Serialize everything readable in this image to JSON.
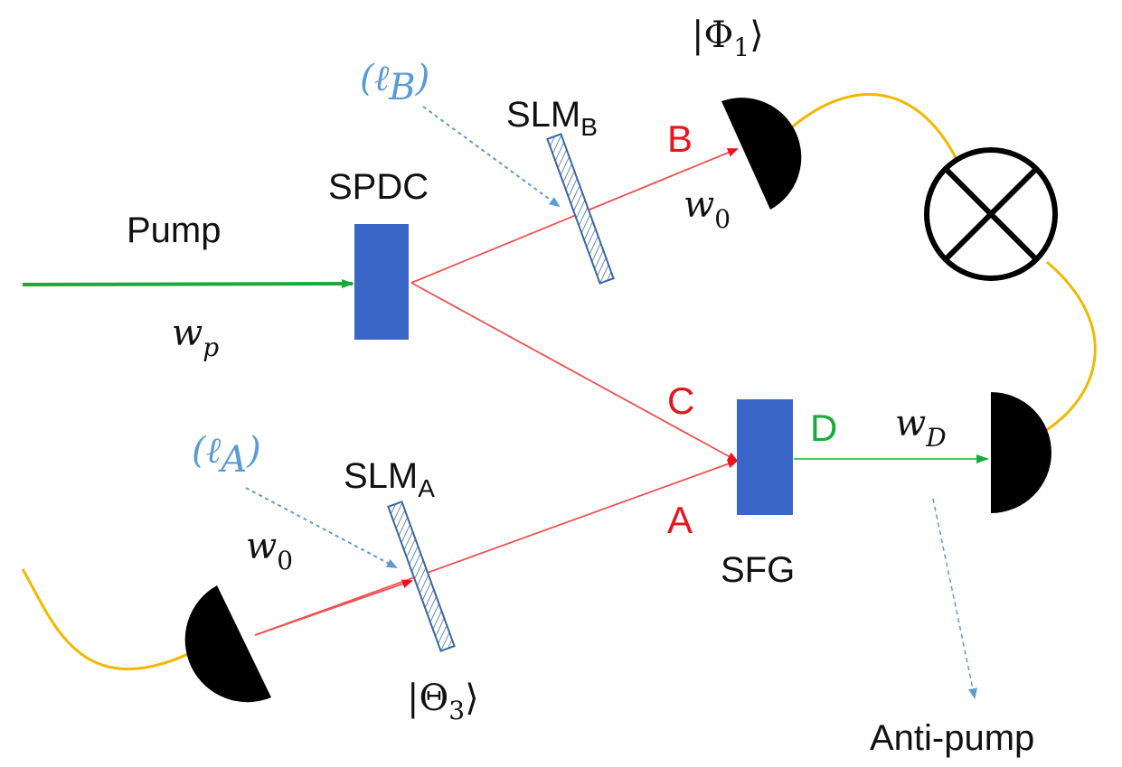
{
  "labels": {
    "pump": "Pump",
    "spdc": "SPDC",
    "sfg": "SFG",
    "anti_pump": "Anti-pump",
    "slm_b": "SLM",
    "slm_b_sub": "B",
    "slm_a": "SLM",
    "slm_a_sub": "A",
    "path_a": "A",
    "path_b": "B",
    "path_c": "C",
    "path_d": "D",
    "ell_b_open": "(",
    "ell_b": "ℓ",
    "ell_b_sub": "B",
    "ell_b_close": ")",
    "ell_a_open": "(",
    "ell_a": "ℓ",
    "ell_a_sub": "A",
    "ell_a_close": ")",
    "w": "w",
    "w_p_sub": "p",
    "w_0_sub": "0",
    "w_d_sub": "D",
    "phi_ket_open": "|Φ",
    "phi_sub": "1",
    "phi_ket_close": "⟩",
    "theta_ket_open": "|Θ",
    "theta_sub": "3",
    "theta_ket_close": "⟩"
  },
  "colors": {
    "pump_beam": "#1aaa3a",
    "photon_beam": "#f05050",
    "arrow_red": "#e8141e",
    "output_beam": "#2ec050",
    "crystal": "#3a66c8",
    "fiber": "#f2b800",
    "dashed_arrow": "#5b9bd5",
    "path_label_red": "#e8141e",
    "path_label_green": "#1aaa3a",
    "ell_label": "#5b9bd5",
    "slm_stroke": "#3a66a0",
    "detector": "#000000"
  },
  "icons": {
    "detector": "half-disc-detector-icon",
    "coincidence": "circle-cross-icon"
  }
}
